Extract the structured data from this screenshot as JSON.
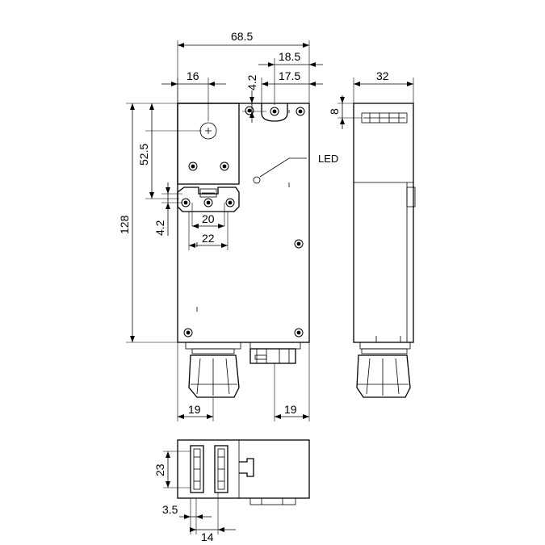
{
  "dimensions": {
    "overall_width": "68.5",
    "top_offset_right": "18.5",
    "actuator_width": "16",
    "hole_offset": "4.2",
    "hole_offset_right": "17.5",
    "side_width": "32",
    "side_top_height": "8",
    "actuator_height": "52.5",
    "overall_height": "128",
    "actuator_hole_spacing": "20",
    "lower_hole_offset": "4.2",
    "actuator_base_width": "22",
    "bottom_left": "19",
    "bottom_right": "19",
    "bottom_view_height": "23",
    "bottom_view_offset": "3.5",
    "bottom_view_width": "14"
  },
  "labels": {
    "led": "LED"
  },
  "colors": {
    "line": "#000000",
    "background": "#ffffff"
  }
}
